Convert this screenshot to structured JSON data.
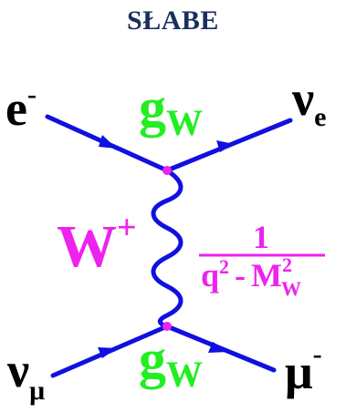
{
  "title": "SŁABE",
  "particles": {
    "electron": {
      "symbol": "e",
      "sup": "-"
    },
    "electron_neutrino": {
      "symbol": "ν",
      "sub": "e"
    },
    "muon_neutrino": {
      "symbol": "ν",
      "sub": "μ"
    },
    "muon": {
      "symbol": "μ",
      "sup": "-"
    }
  },
  "couplings": {
    "top": {
      "symbol": "g",
      "sub": "W"
    },
    "bottom": {
      "symbol": "g",
      "sub": "W"
    }
  },
  "boson": {
    "symbol": "W",
    "sup": "+"
  },
  "propagator": {
    "numerator": "1",
    "den_q": "q",
    "den_q_exp": "2",
    "den_minus": "-",
    "den_M": "M",
    "den_M_exp": "2",
    "den_M_sub": "W"
  },
  "colors": {
    "title": "#1b2f5e",
    "lines": "#1010e0",
    "text": "#000000",
    "coupling": "#22ee22",
    "boson": "#ee22ee",
    "vertex": "#ee22ee"
  },
  "icons": [
    "arrow-icon",
    "vertex-dot-icon",
    "wavy-propagator-icon"
  ]
}
